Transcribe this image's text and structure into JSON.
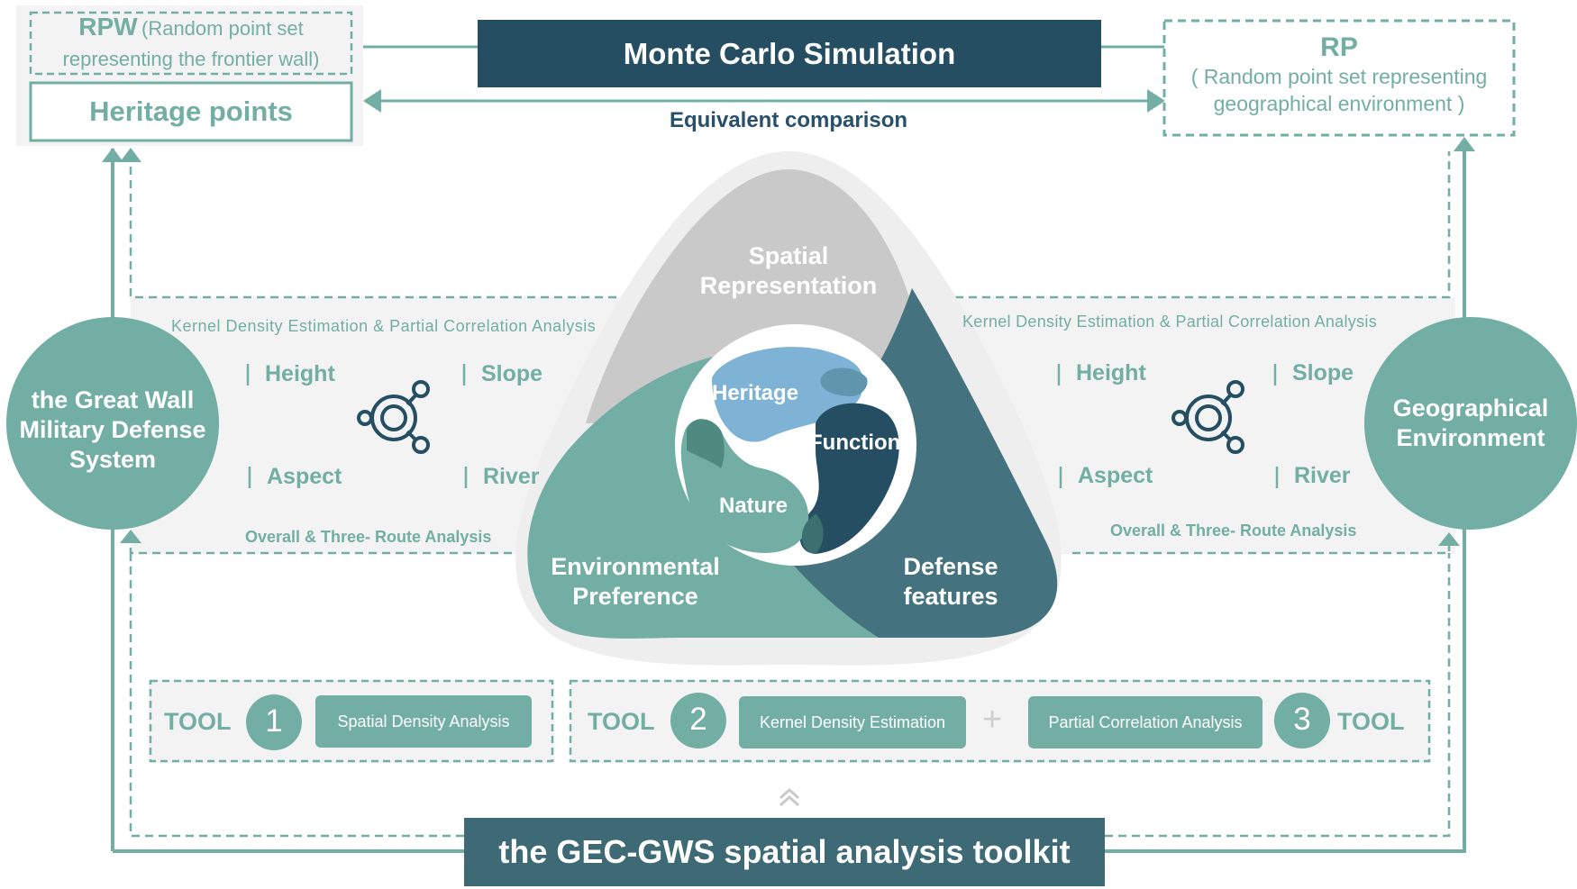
{
  "top": {
    "rpw_abbr": "RPW",
    "rpw_desc": "(Random point set representing the frontier wall)",
    "heritage_points": "Heritage points",
    "monte_carlo": "Monte Carlo Simulation",
    "equivalent_comparison": "Equivalent comparison",
    "rp_abbr": "RP",
    "rp_desc": "( Random point set representing geographical environment )"
  },
  "left_panel": {
    "circle_label": "the Great Wall Military Defense System",
    "method": "Kernel Density Estimation & Partial Correlation Analysis",
    "factors": [
      "Height",
      "Slope",
      "Aspect",
      "River"
    ],
    "analysis": "Overall & Three- Route Analysis"
  },
  "right_panel": {
    "circle_label": "Geographical Environment",
    "method": "Kernel Density Estimation & Partial Correlation Analysis",
    "factors": [
      "Height",
      "Slope",
      "Aspect",
      "River"
    ],
    "analysis": "Overall & Three- Route Analysis"
  },
  "triangle": {
    "top": "Spatial Representation",
    "left": "Environmental Preference",
    "right": "Defense features",
    "inner_heritage": "Heritage",
    "inner_function": "Function",
    "inner_nature": "Nature"
  },
  "tools": {
    "tool_word": "TOOL",
    "tool1_num": "1",
    "tool1_label": "Spatial Density Analysis",
    "tool2_num": "2",
    "tool2_label": "Kernel Density Estimation",
    "plus": "+",
    "tool3_label": "Partial Correlation Analysis",
    "tool3_num": "3"
  },
  "bottom_title": "the GEC-GWS spatial analysis toolkit",
  "colors": {
    "teal": "#72aea4",
    "dark_navy": "#254e63",
    "grey": "#c9c9c9",
    "slate_teal": "#44737f"
  }
}
